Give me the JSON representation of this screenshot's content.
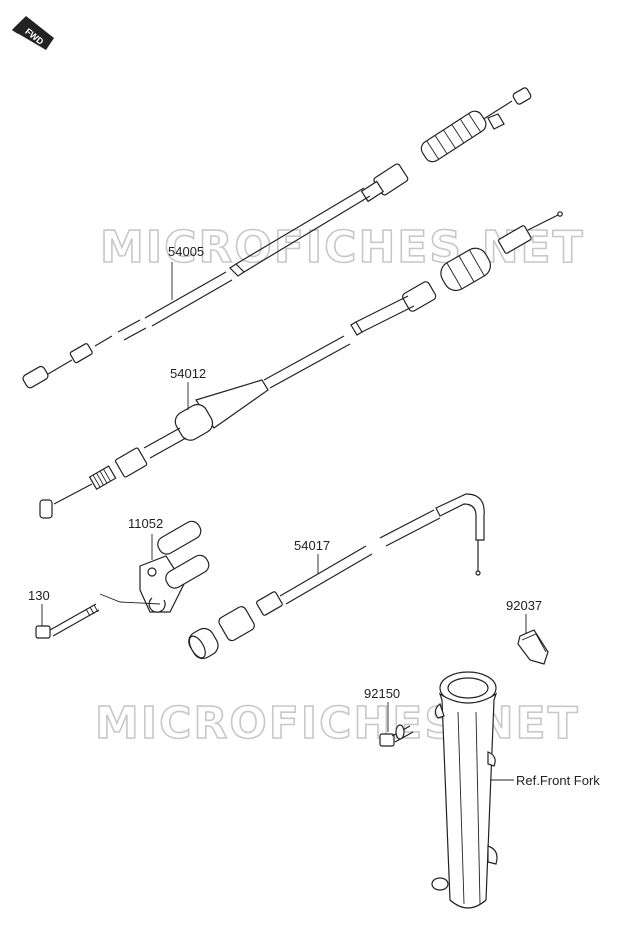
{
  "diagram": {
    "watermark": "MICROFICHES.NET",
    "fwd_badge": "FWD",
    "parts": [
      {
        "number": "54005"
      },
      {
        "number": "54012"
      },
      {
        "number": "11052"
      },
      {
        "number": "54017"
      },
      {
        "number": "130"
      },
      {
        "number": "92037"
      },
      {
        "number": "92150"
      }
    ],
    "reference": "Ref.Front Fork"
  }
}
